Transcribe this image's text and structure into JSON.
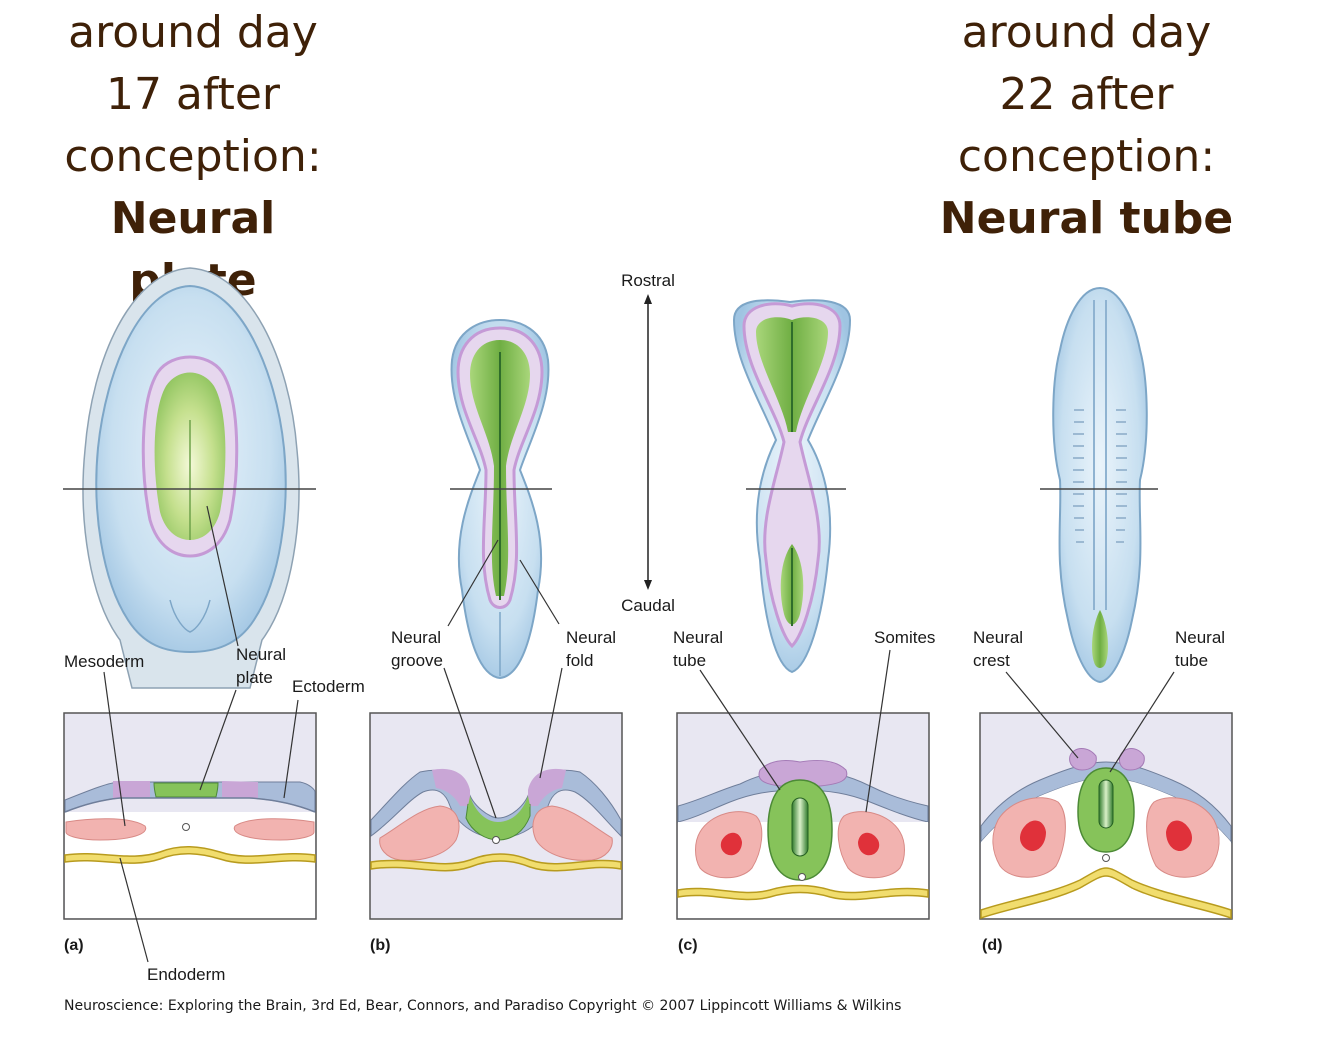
{
  "headings": {
    "left": {
      "line1": "around day",
      "line2": "17 after",
      "line3": "conception:",
      "line4": "Neural plate"
    },
    "right": {
      "line1": "around day",
      "line2": "22 after",
      "line3": "conception:",
      "line4": "Neural tube"
    }
  },
  "axis": {
    "rostral": "Rostral",
    "caudal": "Caudal"
  },
  "labels": {
    "mesoderm": "Mesoderm",
    "neural_plate_1": "Neural",
    "neural_plate_2": "plate",
    "ectoderm": "Ectoderm",
    "endoderm": "Endoderm",
    "neural_groove_1": "Neural",
    "neural_groove_2": "groove",
    "neural_fold_1": "Neural",
    "neural_fold_2": "fold",
    "neural_tube_c_1": "Neural",
    "neural_tube_c_2": "tube",
    "somites": "Somites",
    "neural_crest_1": "Neural",
    "neural_crest_2": "crest",
    "neural_tube_d_1": "Neural",
    "neural_tube_d_2": "tube"
  },
  "panels": {
    "a": "(a)",
    "b": "(b)",
    "c": "(c)",
    "d": "(d)"
  },
  "credit": "Neuroscience: Exploring the Brain, 3rd Ed, Bear, Connors, and Paradiso Copyright © 2007 Lippincott Williams & Wilkins",
  "colors": {
    "heading": "#3f2108",
    "neural_plate": "#86c35a",
    "neural_crest": "#c9a6d6",
    "ectoderm": "#a9bcd9",
    "mesoderm": "#f2b3b0",
    "somite_core": "#e0313a",
    "endoderm": "#f1dd6e",
    "embryo_body": "#cfe3f3",
    "section_bg": "#e8e7f2"
  }
}
